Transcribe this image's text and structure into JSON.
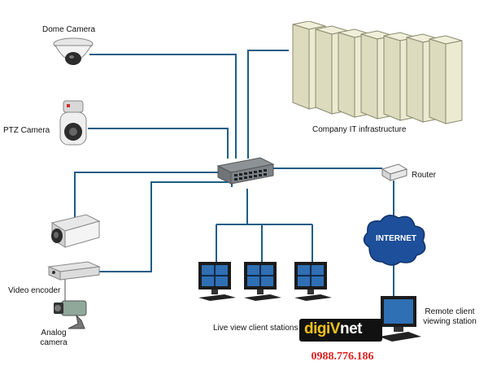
{
  "labels": {
    "dome_camera": "Dome Camera",
    "ptz_camera": "PTZ Camera",
    "company_it": "Company IT infrastructure",
    "router": "Router",
    "internet": "INTERNET",
    "video_encoder": "Video encoder",
    "analog_camera_line1": "Analog",
    "analog_camera_line2": "camera",
    "live_view": "Live view client stations",
    "remote_line1": "Remote client",
    "remote_line2": "viewing station"
  },
  "brand": {
    "logo_text_left": "digi",
    "logo_text_right": "net",
    "phone": "0988.776.186"
  },
  "colors": {
    "wire": "#1b5d86",
    "brand_bg": "#111111",
    "brand_yellow": "#f3c21a",
    "phone_red": "#e0201f",
    "internet_blue": "#1d4f9a"
  }
}
